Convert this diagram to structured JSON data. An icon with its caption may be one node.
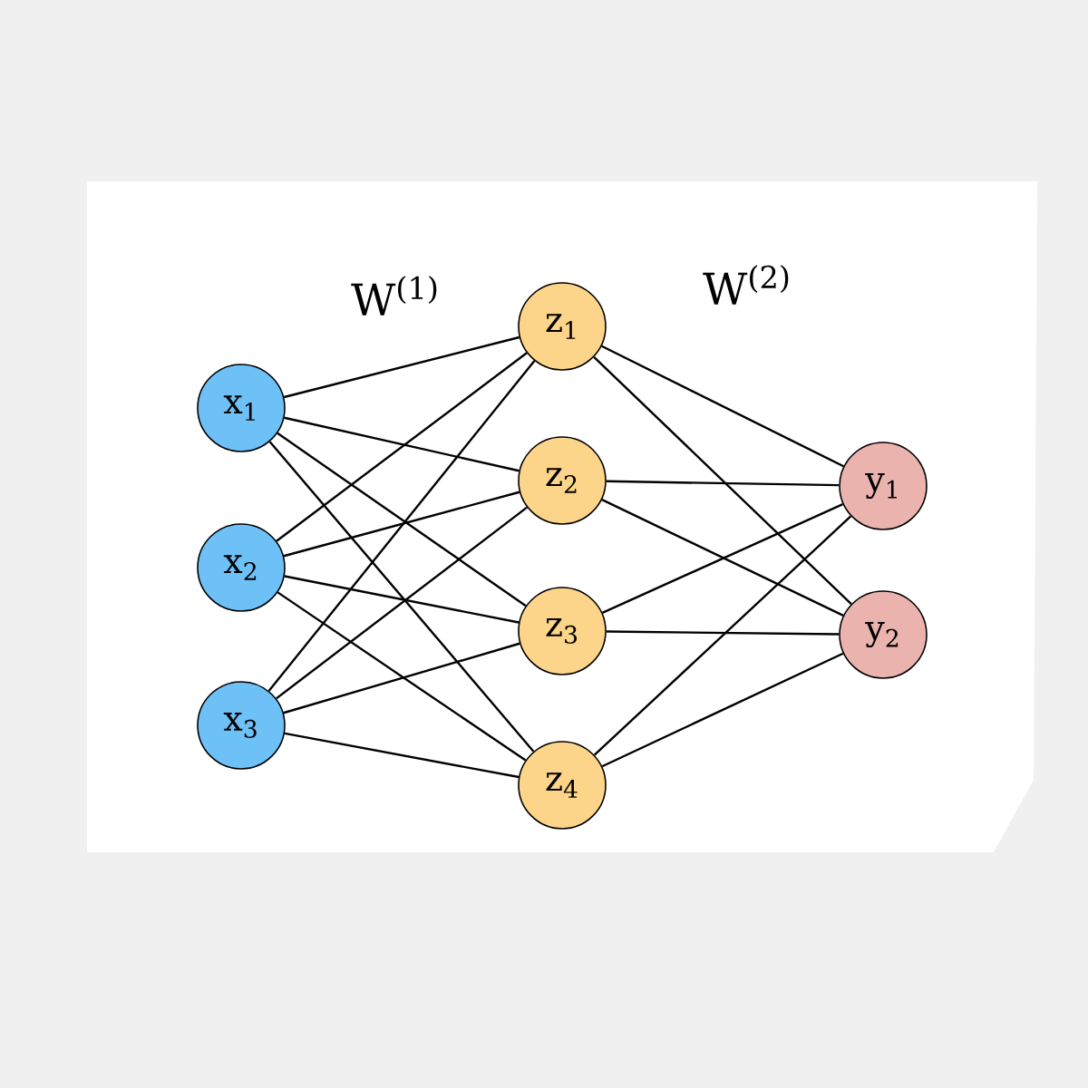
{
  "diagram": {
    "nodes": [
      {
        "text": [
          "x$_{1}$"
        ]
      },
      {
        "text": [
          "x$_{2}$"
        ]
      },
      {
        "text": [
          "x$_{3}$"
        ]
      },
      {
        "text": [
          "z$_{1}$"
        ]
      },
      {
        "text": [
          "z$_{2}$"
        ]
      },
      {
        "text": [
          "z$_{3}$"
        ]
      },
      {
        "text": [
          "z$_{4}$"
        ]
      },
      {
        "text": [
          "y$_{1}$"
        ]
      },
      {
        "text": [
          "y$_{2}$"
        ]
      }
    ],
    "edges": [
      {
        "from": 0,
        "to": 3,
        "arrow": "none"
      },
      {
        "from": 0,
        "to": 4,
        "arrow": "none"
      },
      {
        "from": 0,
        "to": 5,
        "arrow": "none"
      },
      {
        "from": 0,
        "to": 6,
        "arrow": "none"
      },
      {
        "from": 1,
        "to": 3,
        "arrow": "none"
      },
      {
        "from": 1,
        "to": 4,
        "arrow": "none"
      },
      {
        "from": 1,
        "to": 5,
        "arrow": "none"
      },
      {
        "from": 1,
        "to": 6,
        "arrow": "none"
      },
      {
        "from": 2,
        "to": 3,
        "arrow": "none"
      },
      {
        "from": 2,
        "to": 4,
        "arrow": "none"
      },
      {
        "from": 2,
        "to": 5,
        "arrow": "none"
      },
      {
        "from": 2,
        "to": 6,
        "arrow": "none"
      },
      {
        "from": 3,
        "to": 7,
        "arrow": "none"
      },
      {
        "from": 3,
        "to": 8,
        "arrow": "none"
      },
      {
        "from": 4,
        "to": 7,
        "arrow": "none"
      },
      {
        "from": 4,
        "to": 8,
        "arrow": "none"
      },
      {
        "from": 5,
        "to": 7,
        "arrow": "none"
      },
      {
        "from": 5,
        "to": 8,
        "arrow": "none"
      },
      {
        "from": 6,
        "to": 7,
        "arrow": "none"
      },
      {
        "from": 6,
        "to": 8,
        "arrow": "none"
      }
    ],
    "labels": [
      "W$^{(1)}$",
      "W$^{(2)}$"
    ]
  }
}
